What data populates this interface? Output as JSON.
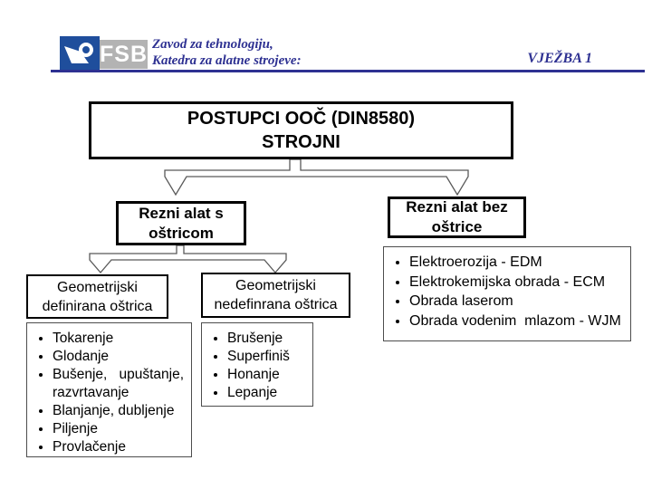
{
  "header": {
    "logo_text": "FSB",
    "dept_line1": "Zavod za tehnologiju,",
    "dept_line2": "Katedra za alatne strojeve:",
    "exercise": "VJEŽBA 1",
    "colors": {
      "accent_blue": "#2e3192",
      "logo_blue": "#1f4e9c",
      "logo_gray": "#b3b3b3"
    }
  },
  "diagram": {
    "title": {
      "line1": "POSTUPCI OOČ (DIN8580)",
      "line2": "STROJNI"
    },
    "branch_left": {
      "line1": "Rezni alat s",
      "line2": "oštricom"
    },
    "branch_right": {
      "line1": "Rezni alat bez",
      "line2": "oštrice"
    },
    "geo_defined": {
      "line1": "Geometrijski",
      "line2": "definirana oštrica"
    },
    "geo_undefined": {
      "line1": "Geometrijski",
      "line2": "nedefinrana oštrica"
    },
    "list_defined": [
      "Tokarenje",
      "Glodanje",
      "Bušenje, upuštanje, razvrtavanje",
      "Blanjanje, dubljenje",
      "Piljenje",
      "Provlačenje"
    ],
    "list_undefined": [
      "Brušenje",
      "Superfiniš",
      "Honanje",
      "Lepanje"
    ],
    "list_no_edge": [
      "Elektroerozija - EDM",
      "Elektrokemijska obrada - ECM",
      "Obrada laserom",
      "Obrada vodenim  mlazom - WJM"
    ]
  }
}
